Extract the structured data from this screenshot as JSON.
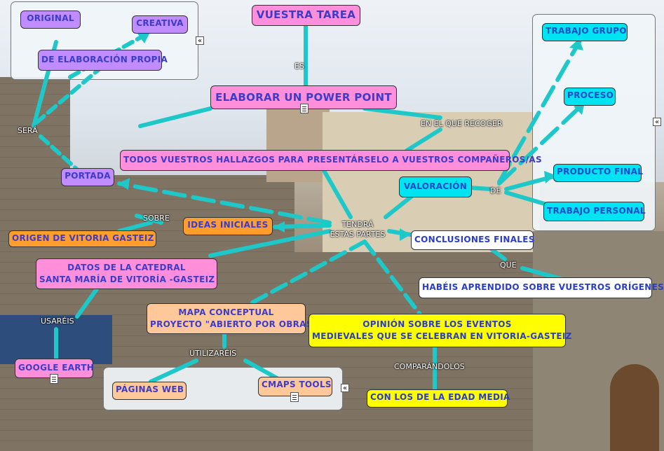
{
  "map": {
    "nodes": {
      "tarea": "VUESTRA TAREA",
      "power_point": "ELABORAR UN POWER POINT",
      "hallazgos": "TODOS VUESTROS HALLAZGOS PARA PRESENTÁRSELO A VUESTROS COMPAÑEROS/AS",
      "original": "ORIGINAL",
      "creativa": "CREATIVA",
      "elaboracion": "DE ELABORACIÓN PROPIA",
      "portada": "PORTADA",
      "ideas": "IDEAS INICIALES",
      "origen": "ORIGEN DE VITORIA GASTEIZ",
      "datos_line1": "DATOS DE LA CATEDRAL",
      "datos_line2": "SANTA MARÍA DE VITORÍA -GASTEIZ",
      "google": "GOOGLE EARTH",
      "mapa_line1": "MAPA CONCEPTUAL",
      "mapa_line2": "PROYECTO \"ABIERTO POR OBRAS\"",
      "paginas": "PÁGINAS WEB",
      "cmaps": "CMAPS TOOLS",
      "opinion_line1": "OPINIÓN SOBRE LOS EVENTOS",
      "opinion_line2": "MEDIEVALES QUE SE CELEBRAN EN VITORIA-GASTEIZ",
      "edad_media": "CON LOS DE LA EDAD MEDIA",
      "valoracion": "VALORACIÓN",
      "conclusiones": "CONCLUSIONES FINALES",
      "aprendido": "HABÉIS APRENDIDO SOBRE VUESTROS ORÍGENES",
      "trabajo_grupo": "TRABAJO GRUPO",
      "proceso": "PROCESO",
      "producto": "PRODUCTO FINAL",
      "trabajo_personal": "TRABAJO PERSONAL"
    },
    "links": {
      "es": "ES",
      "en_el_que": "EN EL QUE RECOGER",
      "sera": "SERÁ",
      "sobre": "SOBRE",
      "tendra_line1": "TENDRÁ",
      "tendra_line2": "ESTAS PARTES",
      "usareis": "USARÉIS",
      "utilizareis": "UTILIZARÉIS",
      "comparandolos": "COMPARÁNDOLOS",
      "de": "DE",
      "que": "QUE"
    },
    "icons": {
      "collapse": "«",
      "resource": "resource-document-icon"
    },
    "colors": {
      "link": "#1ec8c8",
      "violet": "#c08cff",
      "pink": "#ff8fda",
      "cyan": "#00e3f0",
      "orange": "#ff9d2e",
      "peach": "#ffc89a",
      "yellow": "#ffff00"
    }
  }
}
